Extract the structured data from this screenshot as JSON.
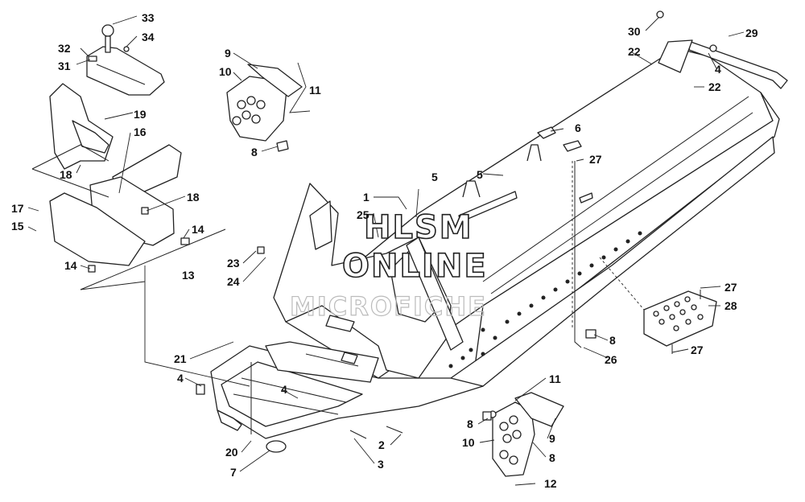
{
  "watermark": {
    "line1": "HLSM",
    "line2": "ONLINE",
    "line3": "MICROFICHE"
  },
  "callouts": [
    {
      "text": "33"
    },
    {
      "text": "34"
    },
    {
      "text": "32"
    },
    {
      "text": "31"
    },
    {
      "text": "19"
    },
    {
      "text": "16"
    },
    {
      "text": "18"
    },
    {
      "text": "18"
    },
    {
      "text": "17"
    },
    {
      "text": "15"
    },
    {
      "text": "14"
    },
    {
      "text": "14"
    },
    {
      "text": "13"
    },
    {
      "text": "9"
    },
    {
      "text": "10"
    },
    {
      "text": "11"
    },
    {
      "text": "8"
    },
    {
      "text": "1"
    },
    {
      "text": "25"
    },
    {
      "text": "5"
    },
    {
      "text": "5"
    },
    {
      "text": "6"
    },
    {
      "text": "27"
    },
    {
      "text": "30"
    },
    {
      "text": "29"
    },
    {
      "text": "22"
    },
    {
      "text": "4"
    },
    {
      "text": "22"
    },
    {
      "text": "23"
    },
    {
      "text": "24"
    },
    {
      "text": "21"
    },
    {
      "text": "4"
    },
    {
      "text": "4"
    },
    {
      "text": "20"
    },
    {
      "text": "7"
    },
    {
      "text": "2"
    },
    {
      "text": "3"
    },
    {
      "text": "8"
    },
    {
      "text": "10"
    },
    {
      "text": "11"
    },
    {
      "text": "9"
    },
    {
      "text": "8"
    },
    {
      "text": "12"
    },
    {
      "text": "27"
    },
    {
      "text": "28"
    },
    {
      "text": "27"
    },
    {
      "text": "8"
    },
    {
      "text": "26"
    }
  ]
}
